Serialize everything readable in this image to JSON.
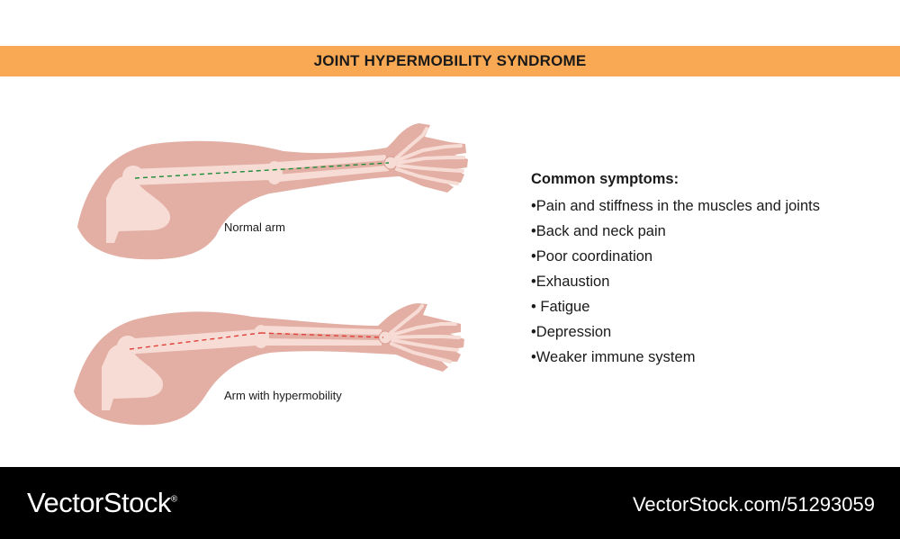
{
  "title": "JOINT HYPERMOBILITY SYNDROME",
  "arms": {
    "normal": {
      "label": "Normal arm",
      "guide_color": "#1e8c3a"
    },
    "hypermobile": {
      "label": "Arm with hypermobility",
      "guide_color": "#e0403a"
    }
  },
  "symptoms": {
    "heading": "Common symptoms:",
    "items": [
      "•Pain and stiffness in the muscles and joints",
      "•Back and neck pain",
      "•Poor coordination",
      "•Exhaustion",
      "• Fatigue",
      "•Depression",
      "•Weaker immune system"
    ]
  },
  "footer": {
    "brand": "VectorStock",
    "trademark": "®",
    "stock_id": "VectorStock.com/51293059"
  },
  "colors": {
    "title_bar": "#f9a953",
    "skin": "#e3aea3",
    "bone": "#f6dcd5",
    "footer": "#000000"
  }
}
